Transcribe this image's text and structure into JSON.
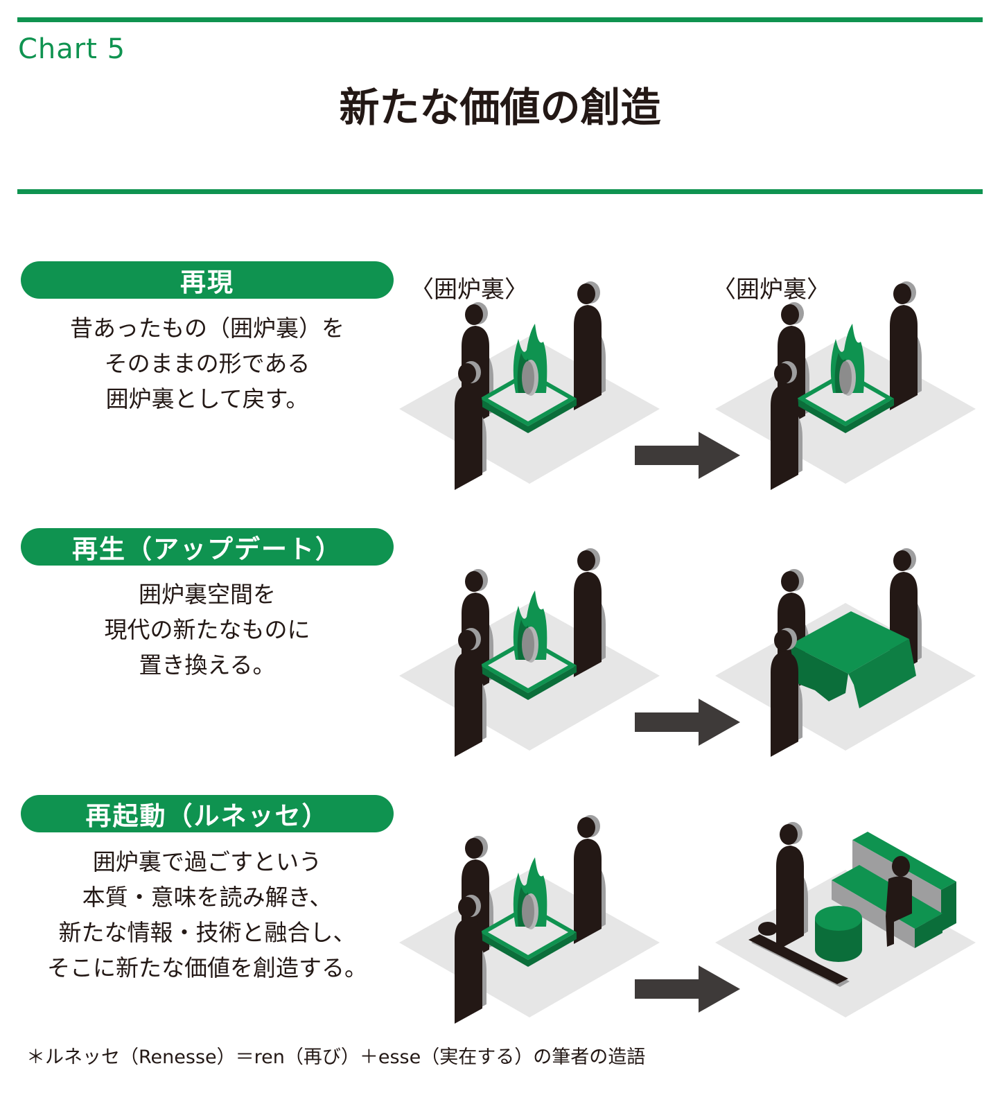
{
  "header": {
    "chart_label": "Chart 5",
    "title": "新たな価値の創造"
  },
  "colors": {
    "accent_green": "#0f9350",
    "dark_green": "#0b6e3a",
    "figure_black": "#231815",
    "arrow_gray": "#3e3a39",
    "floor_gray": "#e6e6e6"
  },
  "rows": [
    {
      "pill": "再現",
      "lines": [
        "昔あったもの（囲炉裏）を",
        "そのままの形である",
        "囲炉裏として戻す。"
      ],
      "label_left": "〈囲炉裏〉",
      "label_right": "〈囲炉裏〉"
    },
    {
      "pill": "再生（アップデート）",
      "lines": [
        "囲炉裏空間を",
        "現代の新たなものに",
        "置き換える。"
      ]
    },
    {
      "pill": "再起動（ルネッセ）",
      "lines": [
        "囲炉裏で過ごすという",
        "本質・意味を読み解き、",
        "新たな情報・技術と融合し、",
        "そこに新たな価値を創造する。"
      ]
    }
  ],
  "footnote": "＊ルネッセ（Renesse）＝ren（再び）＋esse（実在する）の筆者の造語"
}
